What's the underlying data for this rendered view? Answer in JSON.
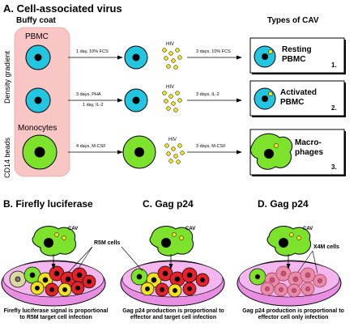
{
  "panelA": {
    "title": "A. Cell-associated virus",
    "buffy": "Buffy coat",
    "types": "Types of CAV",
    "pbmc": "PBMC",
    "monocytes": "Monocytes",
    "density": "Density gradient",
    "cd14": "CD14 beads",
    "row1_left": "1 day, 10% FCS",
    "row1_right": "3 days, 10% FCS",
    "row2_left_top": "3 days, PHA",
    "row2_left_bottom": "1 day, IL-2",
    "row2_right": "3 days, IL-2",
    "row3_left": "4 days, M-CSF",
    "row3_right": "3 days, M-CSF",
    "hiv": "HIV",
    "resting": "Resting",
    "resting2": "PBMC",
    "n1": "1.",
    "activated": "Activated",
    "activated2": "PBMC",
    "n2": "2.",
    "macro": "Macro-",
    "macro2": "phages",
    "n3": "3."
  },
  "panelB": {
    "title": "B. Firefly luciferase",
    "cav": "CAV",
    "cells": "R5M cells",
    "caption": "Firefly luciferase signal is proportional to R5M target cell infection"
  },
  "panelC": {
    "title": "C. Gag p24",
    "cav": "CAV",
    "caption": "Gag p24 production is proportional to effector and target cell infection"
  },
  "panelD": {
    "title": "D. Gag p24",
    "cav": "CAV",
    "cells": "X4M cells",
    "caption": "Gag p24 production is proportional to effector cell only infection"
  },
  "colors": {
    "pink": "#f9c6c6",
    "cyan": "#22c6e0",
    "green": "#7de22b",
    "red": "#e5222a",
    "yellow": "#f2e21c",
    "dish": "#e98fe3"
  }
}
